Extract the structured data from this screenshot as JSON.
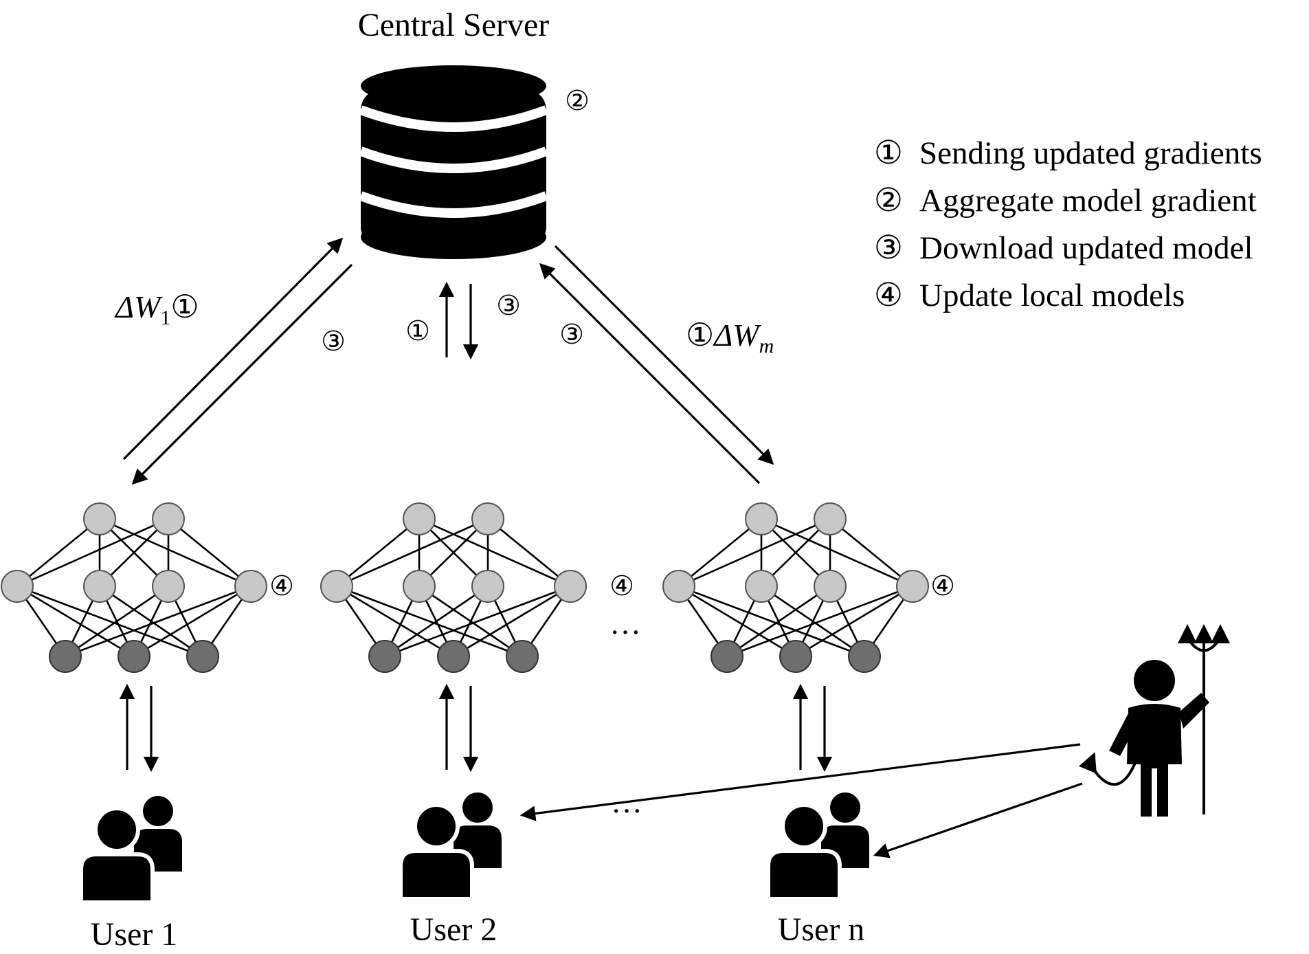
{
  "server": {
    "title": "Central Server",
    "step_marker": "②"
  },
  "legend": [
    {
      "marker": "①",
      "text": "Sending updated gradients"
    },
    {
      "marker": "②",
      "text": "Aggregate model gradient"
    },
    {
      "marker": "③",
      "text": "Download updated model"
    },
    {
      "marker": "④",
      "text": "Update local models"
    }
  ],
  "links": {
    "left_up": {
      "delta": "ΔW",
      "sub": "1",
      "marker": "①"
    },
    "left_down": {
      "marker": "③"
    },
    "center_up": {
      "marker": "①"
    },
    "center_down": {
      "marker": "③"
    },
    "right_up": {
      "marker": "③"
    },
    "right_down": {
      "marker": "①",
      "delta": "ΔW",
      "sub": "m"
    }
  },
  "networks": [
    {
      "marker": "④"
    },
    {
      "marker": "④"
    },
    {
      "marker": "④"
    }
  ],
  "ellipsis": "···",
  "users": [
    {
      "label": "User 1"
    },
    {
      "label": "User 2"
    },
    {
      "label": "User n"
    }
  ]
}
